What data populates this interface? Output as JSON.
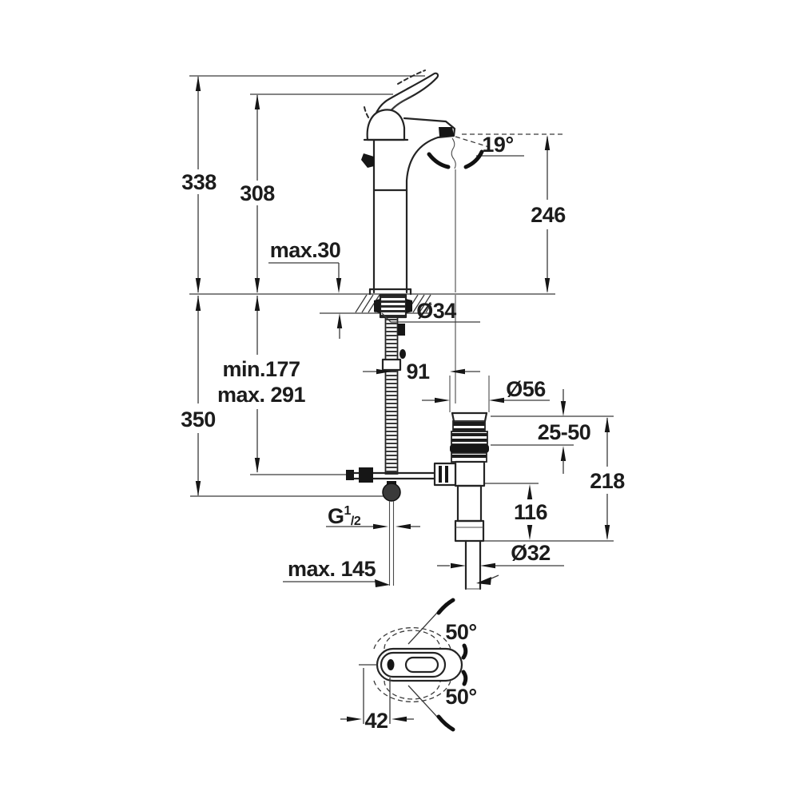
{
  "diagram": {
    "background": "#ffffff",
    "ink_color": "#242424",
    "type": "technical-dimension-drawing",
    "labels": {
      "h_overall": "338",
      "h_body": "308",
      "spout_angle": "19°",
      "h_spout_to_deck": "246",
      "deck_thickness": "max.30",
      "hole_diameter": "Ø34",
      "rod_min": "min.177",
      "rod_max": "max. 291",
      "h_below_deck": "350",
      "center_offset": "91",
      "waste_flange_diameter": "Ø56",
      "clamp_range": "25-50",
      "h_waste": "218",
      "h_lever_to_pipe": "116",
      "tailpipe_diameter": "Ø32",
      "thread_prefix": "G",
      "thread_sup": "1",
      "thread_sub": "/2",
      "reach_max": "max. 145",
      "swing_upper": "50°",
      "swing_lower": "50°",
      "handle_offset": "42"
    }
  }
}
